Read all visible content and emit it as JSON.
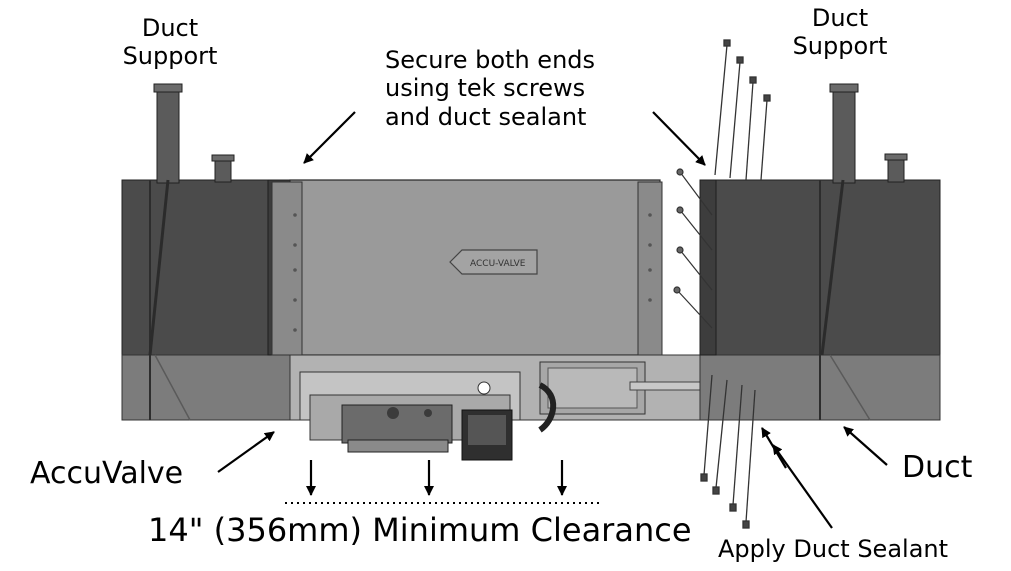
{
  "labels": {
    "duct_support_left": "Duct\nSupport",
    "duct_support_right": "Duct\nSupport",
    "secure_note": "Secure both ends\nusing tek screws\nand duct sealant",
    "accuvalve": "AccuValve",
    "duct": "Duct",
    "clearance": "14\" (356mm) Minimum Clearance",
    "apply_sealant": "Apply Duct Sealant",
    "unit_logo": "ACCU-VALVE"
  },
  "colors": {
    "duct_dark": "#4a4a4a",
    "duct_light": "#7a7a7a",
    "valve_panel": "#8e8e8e",
    "valve_face": "#bdbdbd",
    "actuator": "#a8a8a8",
    "line": "#000000"
  }
}
